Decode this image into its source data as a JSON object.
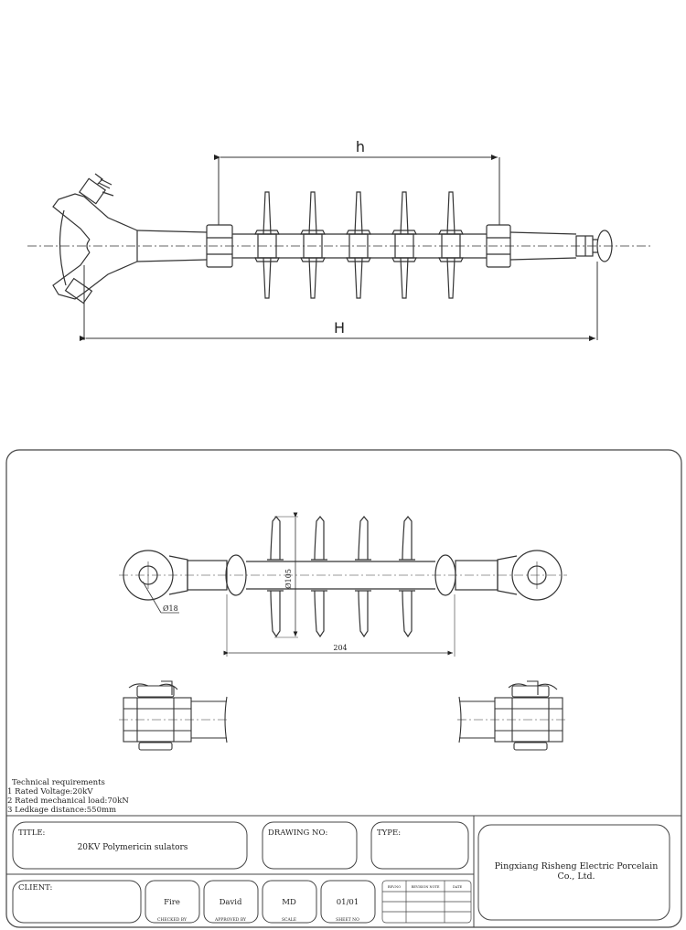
{
  "top_drawing": {
    "dim_h": "h",
    "dim_H": "H"
  },
  "bottom_drawing": {
    "dim_diameter": "Ø105",
    "dim_hole": "Ø18",
    "dim_length": "204"
  },
  "requirements": {
    "heading": "Technical requirements",
    "items": [
      "1 Rated Voltage:20kV",
      "2 Rated mechanical load:70kN",
      "3 Ledkage distance:550mm"
    ]
  },
  "title_block": {
    "title_label": "TITLE:",
    "title_value": "20KV Polymericin sulators",
    "drawing_no_label": "DRAWING NO:",
    "type_label": "TYPE:",
    "company_line1": "Pingxiang Risheng Electric Porcelain",
    "company_line2": "Co., Ltd.",
    "client_label": "CLIENT:",
    "checked_value": "Fire",
    "checked_label": "CHECKED BY",
    "approved_value": "David",
    "approved_label": "APPROVED BY",
    "scale_value": "MD",
    "scale_label": "SCALE",
    "sheet_value": "01/01",
    "sheet_label": "SHEET NO",
    "rev_headers": [
      "REV.NO",
      "REVISION NOTE",
      "DATE"
    ]
  }
}
